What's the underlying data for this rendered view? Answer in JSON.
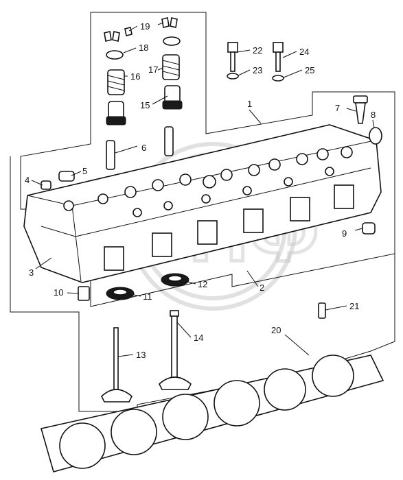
{
  "diagram": {
    "callouts": [
      {
        "id": "1",
        "label": "1"
      },
      {
        "id": "2",
        "label": "2"
      },
      {
        "id": "3",
        "label": "3"
      },
      {
        "id": "4",
        "label": "4"
      },
      {
        "id": "5",
        "label": "5"
      },
      {
        "id": "6",
        "label": "6"
      },
      {
        "id": "7",
        "label": "7"
      },
      {
        "id": "8",
        "label": "8"
      },
      {
        "id": "9",
        "label": "9"
      },
      {
        "id": "10",
        "label": "10"
      },
      {
        "id": "11",
        "label": "11"
      },
      {
        "id": "12",
        "label": "12"
      },
      {
        "id": "13",
        "label": "13"
      },
      {
        "id": "14",
        "label": "14"
      },
      {
        "id": "15",
        "label": "15"
      },
      {
        "id": "16",
        "label": "16"
      },
      {
        "id": "17",
        "label": "17"
      },
      {
        "id": "18",
        "label": "18"
      },
      {
        "id": "19",
        "label": "19"
      },
      {
        "id": "20",
        "label": "20"
      },
      {
        "id": "21",
        "label": "21"
      },
      {
        "id": "22",
        "label": "22"
      },
      {
        "id": "23",
        "label": "23"
      },
      {
        "id": "24",
        "label": "24"
      },
      {
        "id": "25",
        "label": "25"
      }
    ],
    "watermark": {
      "text": "ЭПФ"
    }
  }
}
